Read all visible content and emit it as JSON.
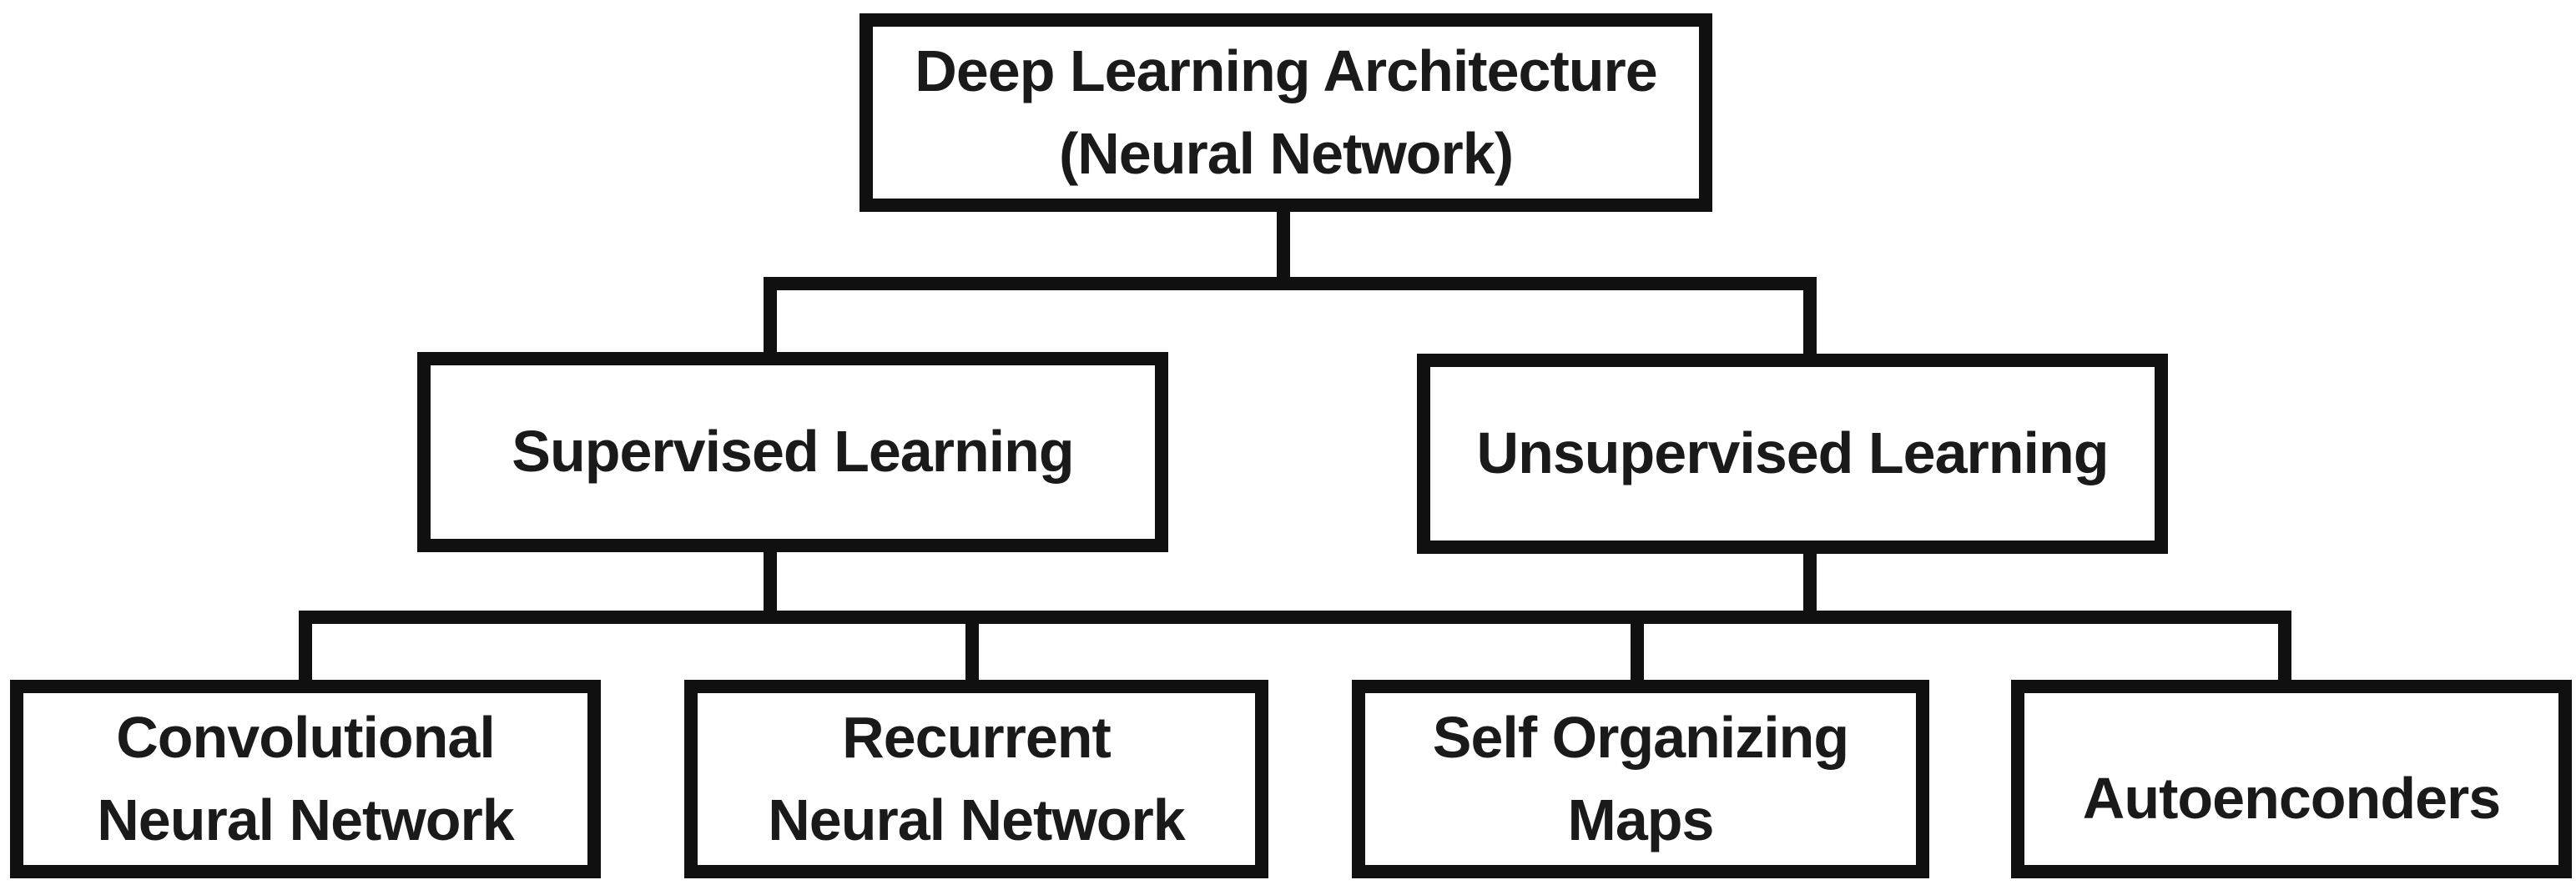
{
  "diagram": {
    "type": "tree",
    "background": "#ffffff",
    "line_color": "#101010",
    "text_color": "#1a1a1a",
    "nodes": {
      "root": {
        "lines": [
          "Deep Learning Architecture",
          "(Neural Network)"
        ]
      },
      "supervised": {
        "lines": [
          "Supervised Learning"
        ]
      },
      "unsupervised": {
        "lines": [
          "Unsupervised Learning"
        ]
      },
      "cnn": {
        "lines": [
          "Convolutional",
          "Neural Network"
        ]
      },
      "rnn": {
        "lines": [
          "Recurrent",
          "Neural Network"
        ]
      },
      "som": {
        "lines": [
          "Self Organizing",
          "Maps"
        ]
      },
      "autoencoders": {
        "lines": [
          "Autoenconders"
        ]
      }
    },
    "edges": [
      {
        "from": "root",
        "to": "supervised"
      },
      {
        "from": "root",
        "to": "unsupervised"
      },
      {
        "from": "supervised",
        "to": "cnn"
      },
      {
        "from": "supervised",
        "to": "rnn"
      },
      {
        "from": "unsupervised",
        "to": "som"
      },
      {
        "from": "unsupervised",
        "to": "autoencoders"
      }
    ]
  }
}
